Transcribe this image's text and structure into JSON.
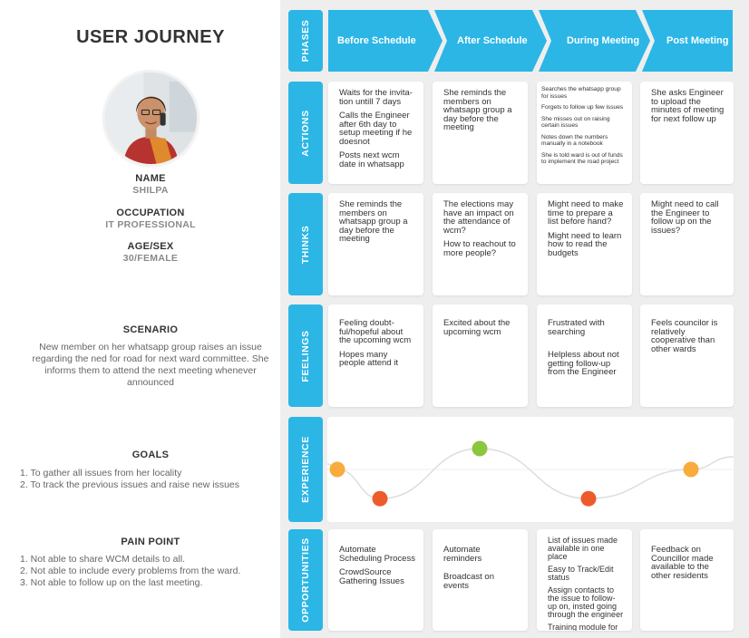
{
  "title": "USER JOURNEY",
  "persona": {
    "name_label": "NAME",
    "name": "SHILPA",
    "occupation_label": "OCCUPATION",
    "occupation": "IT PROFESSIONAL",
    "age_label": "AGE/SEX",
    "age": "30/FEMALE",
    "scenario_label": "SCENARIO",
    "scenario": "New member on her whatsapp group raises an issue regarding the ned for road for next ward committee. She informs them to attend the next meeting whenever announced",
    "goals_label": "GOALS",
    "goals": [
      "1. To gather all issues from her locality",
      "2. To track the previous issues and raise new issues"
    ],
    "pain_label": "PAIN POINT",
    "pains": [
      "1. Not able to share WCM details to all.",
      "2. Not able to include every problems from the ward.",
      "3. Not able to follow up on the last meeting."
    ]
  },
  "rows": {
    "phases": "PHASES",
    "actions": "ACTIONS",
    "thinks": "THINKS",
    "feelings": "FEELINGS",
    "experience": "EXPERIENCE",
    "opportunities": "OPPORTUNITIES"
  },
  "phases": [
    "Before Schedule",
    "After Schedule",
    "During Meeting",
    "Post Meeting"
  ],
  "actions": [
    [
      "Waits for the invita-tion untill 7 days",
      "Calls the Engineer after 6th day to setup meeting if he doesnot",
      "Posts next wcm date in whatsapp"
    ],
    [
      "She reminds the members on whatsapp group a day before the meeting"
    ],
    [
      "Searches the whatsapp group for issues",
      "Forgets to follow up few issues",
      "She misses out on raising certain issues",
      "Notes down the numbers manually in a notebook",
      "She is told ward is out of funds to implement the road project"
    ],
    [
      "She asks Engineer to upload the minutes of meeting for next follow up"
    ]
  ],
  "thinks": [
    [
      "She reminds the members on whatsapp group a day before the meeting"
    ],
    [
      "The elections may have an impact on the attendance of wcm?",
      "How to reachout to more people?"
    ],
    [
      "Might need to make time to prepare a list before hand?",
      "Might need to learn how to read the budgets"
    ],
    [
      "Might need to call the Engineer to follow up on the issues?"
    ]
  ],
  "feelings": [
    [
      "Feeling doubt-ful/hopeful about the upcoming wcm",
      "Hopes many people attend it"
    ],
    [
      "Excited about the upcoming wcm"
    ],
    [
      "Frustrated with searching",
      "Helpless about not getting follow-up from the Engineer"
    ],
    [
      "Feels councilor is relatively cooperative than other wards"
    ]
  ],
  "opportunities": [
    [
      "Automate Scheduling Process",
      "CrowdSource Gathering Issues"
    ],
    [
      "Automate reminders",
      "Broadcast on events"
    ],
    [
      "List of issues made available in one place",
      "Easy to Track/Edit status",
      "Assign contacts to the issue to follow-up on, insted going through the engineer",
      "Training module for Budgeting"
    ],
    [
      "Feedback on Councillor made available to the other residents"
    ]
  ],
  "experience": {
    "points": [
      {
        "level": 0.5,
        "color": "#f7ac3c"
      },
      {
        "level": 0.15,
        "color": "#ee5b2b"
      },
      {
        "level": 0.75,
        "color": "#8cc63f"
      },
      {
        "level": 0.15,
        "color": "#ee5b2b"
      },
      {
        "level": 0.5,
        "color": "#f7ac3c"
      }
    ],
    "line_color": "#dddddd"
  },
  "colors": {
    "accent": "#2bb6e6",
    "board": "#eeeeee"
  }
}
